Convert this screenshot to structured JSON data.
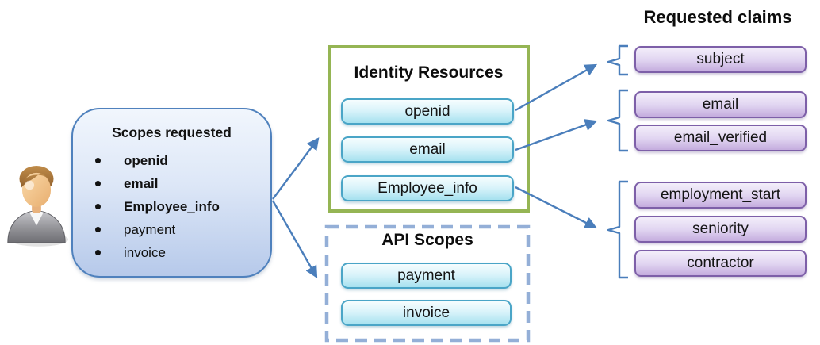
{
  "colors": {
    "connector_blue": "#4a7ebb",
    "scopes_box_border": "#4f81bd",
    "identity_box_border": "#95b554",
    "api_box_dashed_border": "#94afd7",
    "resource_pill_border": "#4aa5c7",
    "claim_box_border": "#7d5fa8"
  },
  "user": {
    "icon": "person-icon"
  },
  "scopes_requested": {
    "title": "Scopes requested",
    "items": [
      {
        "label": "openid",
        "emphasis": "bold"
      },
      {
        "label": "email",
        "emphasis": "bold"
      },
      {
        "label": "Employee_info",
        "emphasis": "bold"
      },
      {
        "label": "payment",
        "emphasis": "normal"
      },
      {
        "label": "invoice",
        "emphasis": "normal"
      }
    ]
  },
  "identity_resources": {
    "title": "Identity Resources",
    "items": [
      "openid",
      "email",
      "Employee_info"
    ]
  },
  "api_scopes": {
    "title": "API Scopes",
    "items": [
      "payment",
      "invoice"
    ]
  },
  "requested_claims": {
    "title": "Requested claims",
    "groups": [
      {
        "source": "openid",
        "claims": [
          "subject"
        ]
      },
      {
        "source": "email",
        "claims": [
          "email",
          "email_verified"
        ]
      },
      {
        "source": "Employee_info",
        "claims": [
          "employment_start",
          "seniority",
          "contractor"
        ]
      }
    ]
  }
}
